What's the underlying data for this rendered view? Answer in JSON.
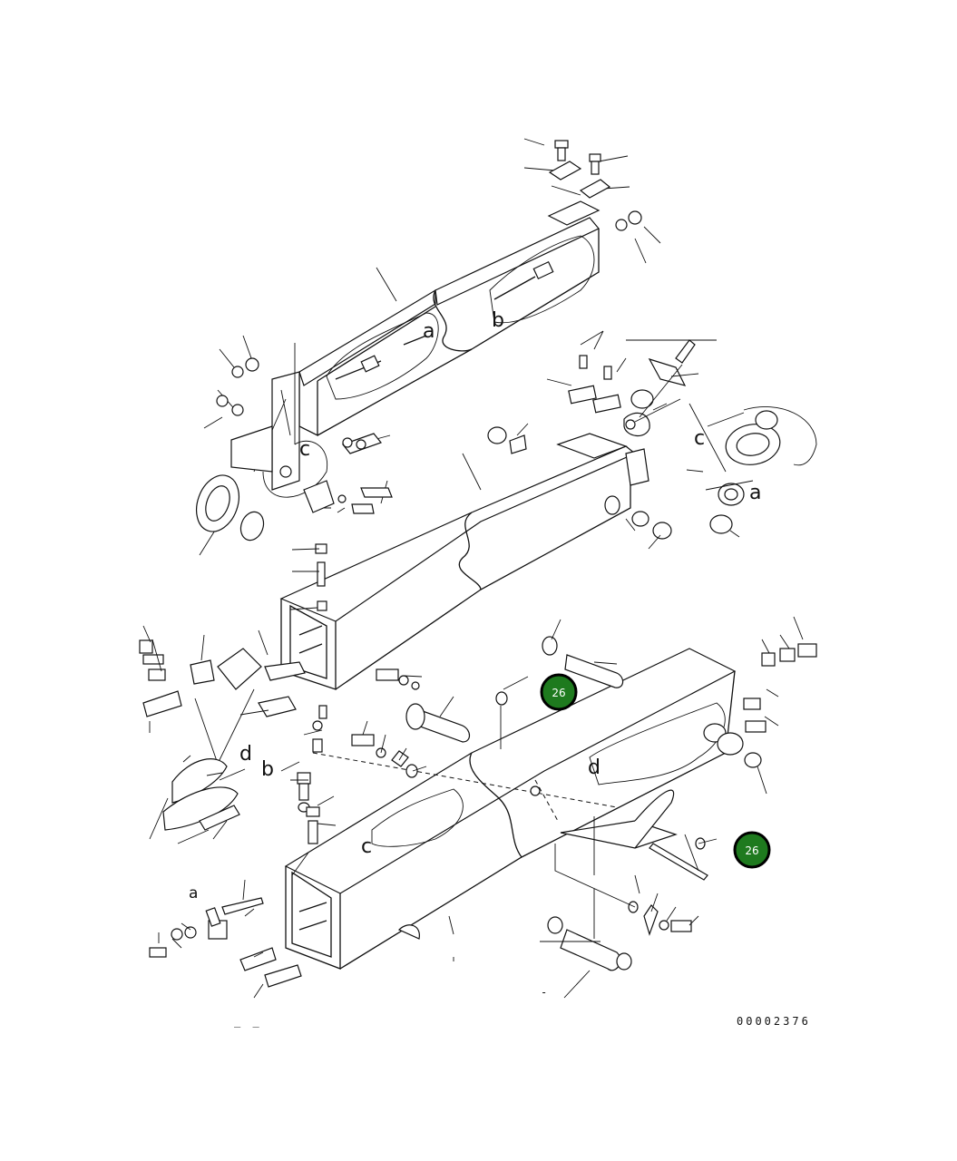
{
  "diagram": {
    "callouts": [
      {
        "id": "callout-1",
        "label": "26",
        "color": "#1e7a1e"
      },
      {
        "id": "callout-2",
        "label": "26",
        "color": "#1e7a1e"
      }
    ],
    "view_letters": [
      "a",
      "b",
      "a",
      "c",
      "c",
      "a",
      "d",
      "b",
      "d",
      "c"
    ],
    "reference_number": "00002376",
    "footer_marks": "_ _"
  }
}
